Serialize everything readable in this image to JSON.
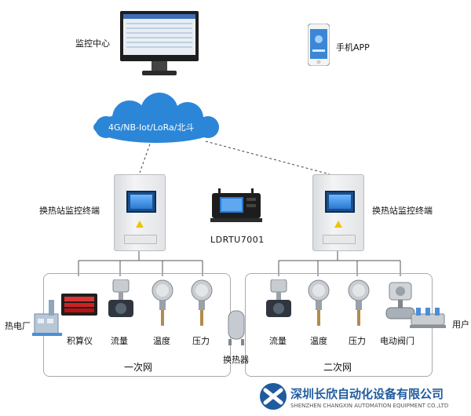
{
  "nodes": {
    "monitor_center": "监控中心",
    "mobile_app": "手机APP",
    "network": "4G/NB-Iot/LoRa/北斗",
    "terminal_left": "换热站监控终端",
    "terminal_right": "换热站监控终端",
    "device_model": "LDRTU7001",
    "power_plant": "热电厂",
    "calculator": "积算仪",
    "flow_1": "流量",
    "temp_1": "温度",
    "pressure_1": "压力",
    "primary_net": "一次网",
    "heat_exchanger": "换热器",
    "flow_2": "流量",
    "temp_2": "温度",
    "pressure_2": "压力",
    "valve": "电动阀门",
    "user": "用户",
    "secondary_net": "二次网"
  },
  "company": {
    "name_cn": "深圳长欣自动化设备有限公司",
    "name_en": "SHENZHEN CHANGXIN AUTOMATION EQUIPMENT CO.,LTD"
  },
  "colors": {
    "cloud": "#2b86d8",
    "logo_blue": "#1f5b9e",
    "screen_blue": "#2a78d1"
  }
}
